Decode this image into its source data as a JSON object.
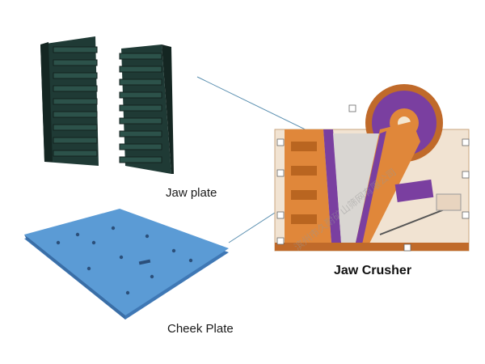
{
  "labels": {
    "jaw_plate": "Jaw plate",
    "cheek_plate": "Cheek Plate",
    "jaw_crusher": "Jaw Crusher"
  },
  "watermarks": [
    "滨州市久耐矿山筛网有限公司"
  ],
  "colors": {
    "jaw_plate": "#1f3a35",
    "cheek_plate": "#5b9bd5",
    "crusher_frame": "#e0873a",
    "crusher_accent": "#7a3fa0",
    "connector": "#5a8fb0"
  }
}
